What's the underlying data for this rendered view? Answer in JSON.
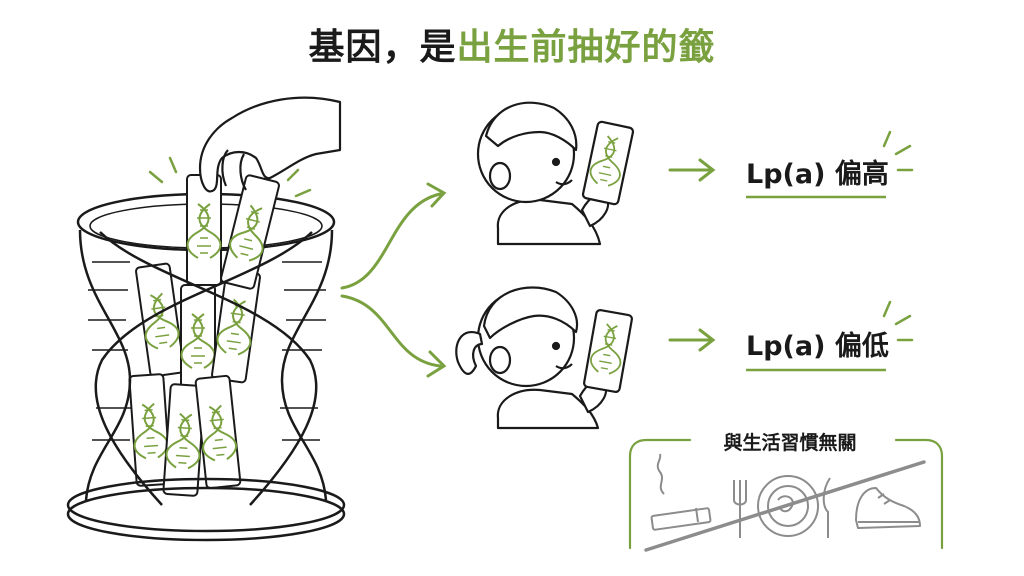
{
  "title": {
    "part1": "基因，是",
    "part2": "出生前抽好的籤"
  },
  "results": [
    {
      "label": "Lp(a) 偏高"
    },
    {
      "label": "Lp(a) 偏低"
    }
  ],
  "lifestyle_note": "與生活習慣無關",
  "colors": {
    "accent": "#7aa13f",
    "ink": "#1a1a1a",
    "strike": "#8c8c8c"
  },
  "icons": [
    "hand-icon",
    "dna-lottery-drum-icon",
    "dna-stick-icon",
    "boy-icon",
    "girl-icon",
    "arrow-right-icon",
    "cigarette-icon",
    "fork-icon",
    "plate-icon",
    "knife-icon",
    "sneaker-icon"
  ]
}
